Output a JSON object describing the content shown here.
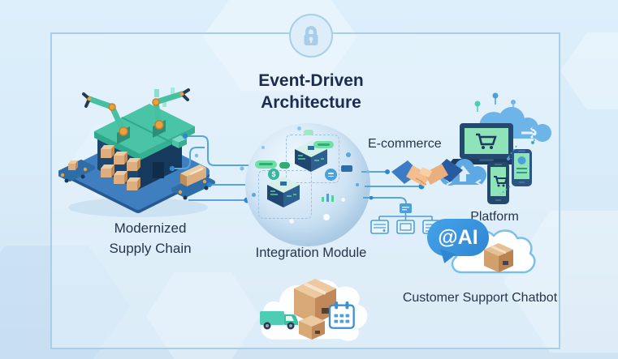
{
  "diagram": {
    "title": {
      "line1": "Event-Driven",
      "line2": "Architecture"
    },
    "labels": {
      "supply_chain_line1": "Modernized",
      "supply_chain_line2": "Supply Chain",
      "integration_module": "Integration Module",
      "ecommerce": "E-commerce",
      "platform": "Platform",
      "chatbot": "Customer Support Chatbot",
      "ai_bubble": "@AI",
      "coin_symbol": "$"
    },
    "colors": {
      "background": "#d7eaf8",
      "panel_border": "#a8cfe6",
      "title_text": "#1c2b4e",
      "label_text": "#28344a",
      "line_blue": "#57a5dc",
      "accent_blue": "#2f86d3",
      "teal": "#45c0a2",
      "navy": "#1f4671",
      "carton_tan": "#d8a876",
      "screen_green": "#8fe3b8",
      "cloud_blue": "#6db4e9",
      "bubble_blue": "#2f86d3"
    }
  }
}
